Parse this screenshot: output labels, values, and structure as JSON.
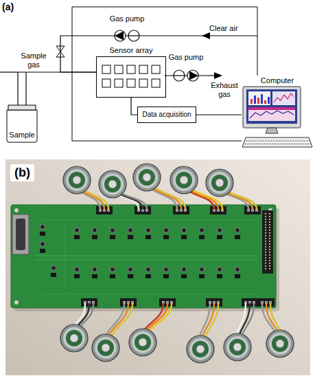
{
  "diagram": {
    "nodes": [
      {
        "text": [
          "Gas pump"
        ]
      },
      {
        "text": [
          "Sensor array"
        ]
      },
      {
        "text": [
          "Gas pump"
        ]
      },
      {
        "text": [
          "Sample"
        ]
      },
      {
        "text": [
          "Data acquisition"
        ]
      },
      {
        "text": [
          "Computer"
        ]
      }
    ],
    "edges": [
      {
        "from": 3,
        "to": 1,
        "arrow": "none"
      },
      {
        "from": 0,
        "to": 1,
        "arrow": "none"
      },
      {
        "from": 1,
        "to": 2,
        "arrow": "none"
      },
      {
        "from": 1,
        "to": 4,
        "arrow": "none"
      },
      {
        "from": 4,
        "to": 5,
        "arrow": "none"
      }
    ],
    "labels": [
      "(a)",
      "Clear air",
      "Sample gas",
      "Exhaust gas",
      "(b)"
    ]
  }
}
